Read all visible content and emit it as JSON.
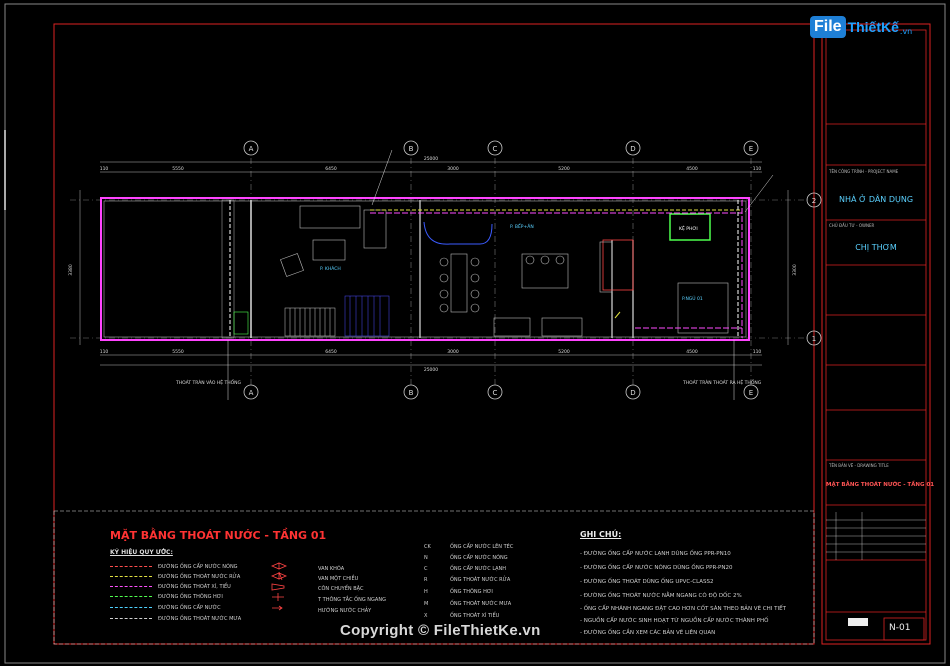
{
  "logo": {
    "file": "File",
    "rest": "ThiếtKế",
    "vn": ".vn"
  },
  "copyright": "Copyright © FileThietKe.vn",
  "plan": {
    "title": "MẶT BẰNG THOÁT NƯỚC - TẦNG 01",
    "legend_heading": "KÝ HIỆU QUY ƯỚC:",
    "notes_heading": "GHI CHÚ:",
    "grid_letters": [
      "A",
      "B",
      "C",
      "D",
      "E"
    ],
    "grid_numbers": [
      "2",
      "1"
    ],
    "dims_top": [
      "110",
      "5550",
      "6450",
      "3000",
      "5200",
      "4500",
      "110"
    ],
    "dims_total": "25000",
    "dims_bottom": [
      "110",
      "5550",
      "6450",
      "3000",
      "5200",
      "4500",
      "110"
    ],
    "side_dims": [
      "3380",
      "3300"
    ],
    "room_labels": {
      "khach": "P. KHÁCH",
      "bep": "P. BẾP+ĂN",
      "ngu": "P.NGỦ 01",
      "wc": "KỆ PHƠI",
      "note_left": "THOÁT TRÀN VÀO HỆ THỐNG",
      "note_right": "THOÁT TRÀN THOÁT RA HỆ THỐNG"
    }
  },
  "legend": [
    {
      "label": "ĐƯỜNG ỐNG CẤP NƯỚC NÓNG",
      "color": "#ff4d4d"
    },
    {
      "label": "ĐƯỜNG ỐNG THOÁT NƯỚC RỬA",
      "color": "#e0e040"
    },
    {
      "label": "ĐƯỜNG ỐNG THOÁT XÍ, TIỂU",
      "color": "#ff4dff"
    },
    {
      "label": "ĐƯỜNG ỐNG THÔNG HƠI",
      "color": "#4dff4d"
    },
    {
      "label": "ĐƯỜNG ỐNG CẤP NƯỚC",
      "color": "#4dd2ff"
    },
    {
      "label": "ĐƯỜNG ỐNG THOÁT NƯỚC MƯA",
      "color": "#d0d0d0"
    }
  ],
  "symbols": [
    "VAN KHÓA",
    "VAN MỘT CHIỀU",
    "CÔN CHUYỂN BẬC",
    "T THÔNG TẮC ỐNG NGANG",
    "HƯỚNG NƯỚC CHẢY"
  ],
  "codes": [
    {
      "code": "CK",
      "label": "ỐNG CẤP NƯỚC LÊN TÉC"
    },
    {
      "code": "N",
      "label": "ỐNG CẤP NƯỚC NÓNG"
    },
    {
      "code": "C",
      "label": "ỐNG CẤP NƯỚC LẠNH"
    },
    {
      "code": "R",
      "label": "ỐNG THOÁT NƯỚC RỬA"
    },
    {
      "code": "H",
      "label": "ỐNG THÔNG HƠI"
    },
    {
      "code": "M",
      "label": "ỐNG THOÁT NƯỚC MƯA"
    },
    {
      "code": "X",
      "label": "ỐNG THOÁT XÍ TIỂU"
    }
  ],
  "notes": [
    "- ĐƯỜNG ỐNG CẤP NƯỚC LẠNH DÙNG ỐNG PPR-PN10",
    "- ĐƯỜNG ỐNG CẤP NƯỚC NÓNG DÙNG ỐNG PPR-PN20",
    "- ĐƯỜNG ỐNG THOÁT DÙNG ỐNG UPVC-CLASS2",
    "- ĐƯỜNG ỐNG THOÁT NƯỚC NẰM NGANG CÓ ĐỘ DỐC 2%",
    "- ỐNG CẤP NHÁNH NGANG ĐẶT CAO HƠN CỐT SÀN THEO BẢN VẼ CHI TIẾT",
    "- NGUỒN CẤP NƯỚC SINH HOẠT TỪ NGUỒN CẤP NƯỚC THÀNH PHỐ",
    "- ĐƯỜNG ỐNG CẦN XEM CÁC BẢN VẼ LIÊN QUAN"
  ],
  "title_block": {
    "project_caption": "TÊN CÔNG TRÌNH - PROJECT NAME",
    "project": "NHÀ Ở DÂN DỤNG",
    "owner_caption": "CHỦ ĐẦU TƯ - OWNER",
    "owner": "CHỊ THƠM",
    "drawing_caption": "TÊN BẢN VẼ - DRAWING TITLE",
    "drawing": "MẶT BẰNG THOÁT NƯỚC - TẦNG 01",
    "sheet_no": "N-01"
  }
}
